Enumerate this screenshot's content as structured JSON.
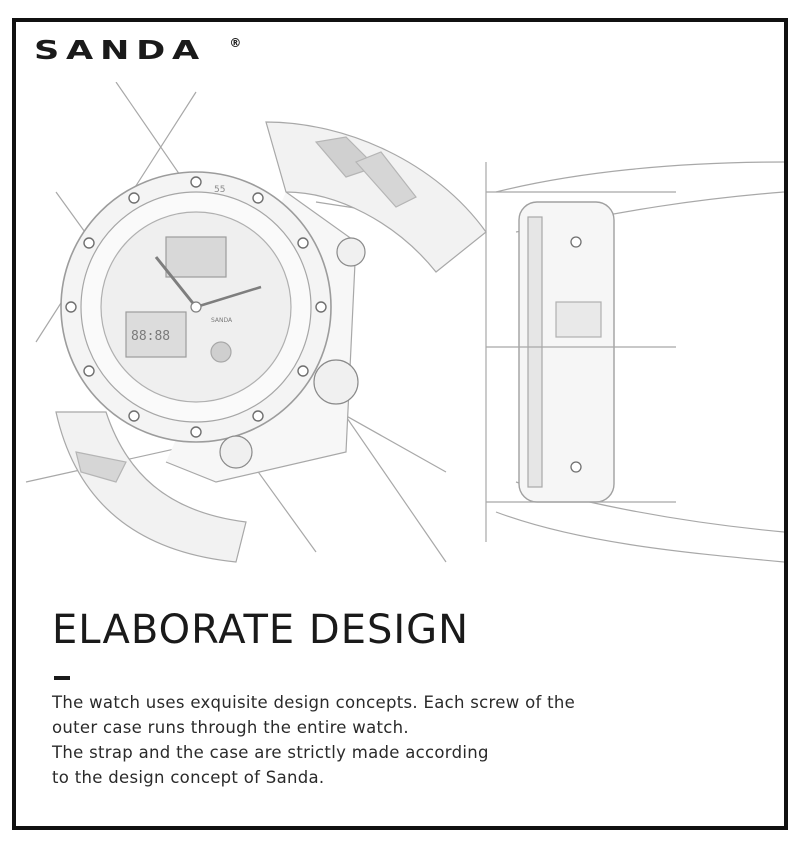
{
  "brand": {
    "logo_text": "SANDA",
    "registered_mark": "®"
  },
  "section": {
    "heading": "ELABORATE DESIGN",
    "body_lines": [
      "The watch uses exquisite design concepts. Each screw of the",
      "outer case runs through the entire watch.",
      "The strap and the case are strictly made according",
      "to the design concept of Sanda."
    ]
  },
  "dial": {
    "digital_display": "88:88",
    "subdial_number": "55",
    "brand_on_dial": "SANDA"
  },
  "colors": {
    "frame": "#111111",
    "sketch_line": "#9a9a9a",
    "sketch_shade": "#c8c8c8",
    "text": "#1a1a1a"
  }
}
